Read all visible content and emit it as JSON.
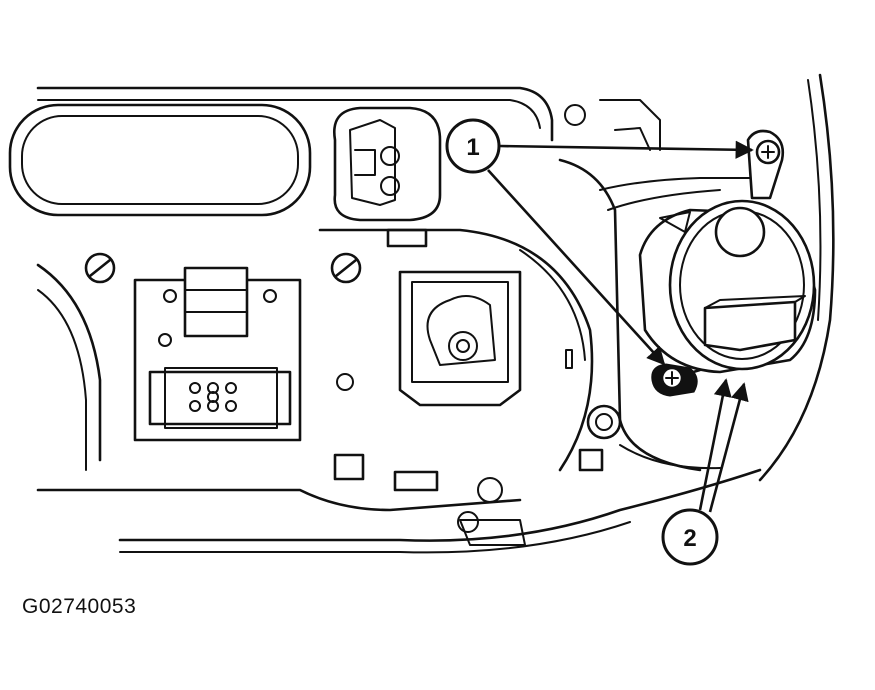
{
  "figure": {
    "id_label": "G02740053"
  },
  "callouts": [
    {
      "number": "1"
    },
    {
      "number": "2"
    }
  ]
}
